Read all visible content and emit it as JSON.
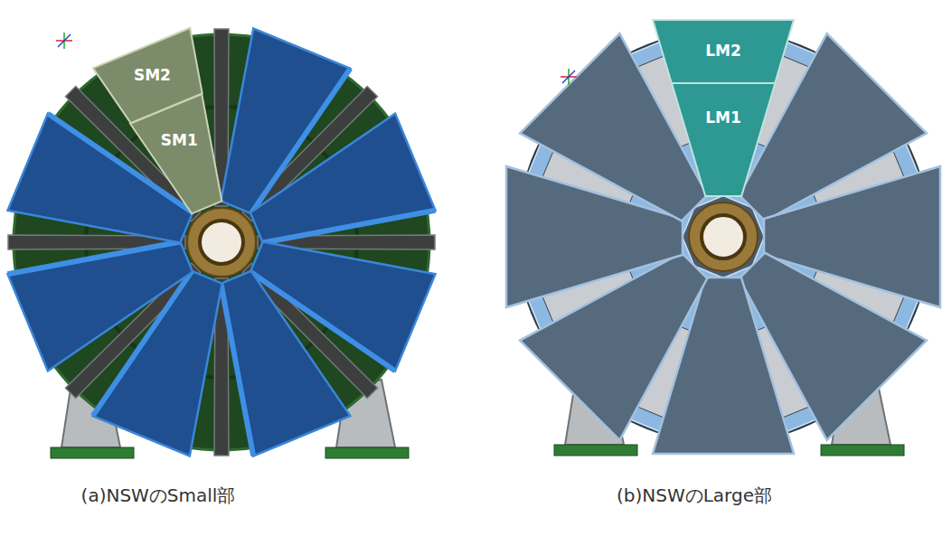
{
  "diagram": {
    "nodes": [
      {
        "text": [
          "SM2"
        ]
      },
      {
        "text": [
          "SM1"
        ]
      },
      {
        "text": [
          "LM2"
        ]
      },
      {
        "text": [
          "LM1"
        ]
      }
    ],
    "labels": [
      "(a)NSWのSmall部",
      "(b)NSWのLarge部"
    ]
  }
}
